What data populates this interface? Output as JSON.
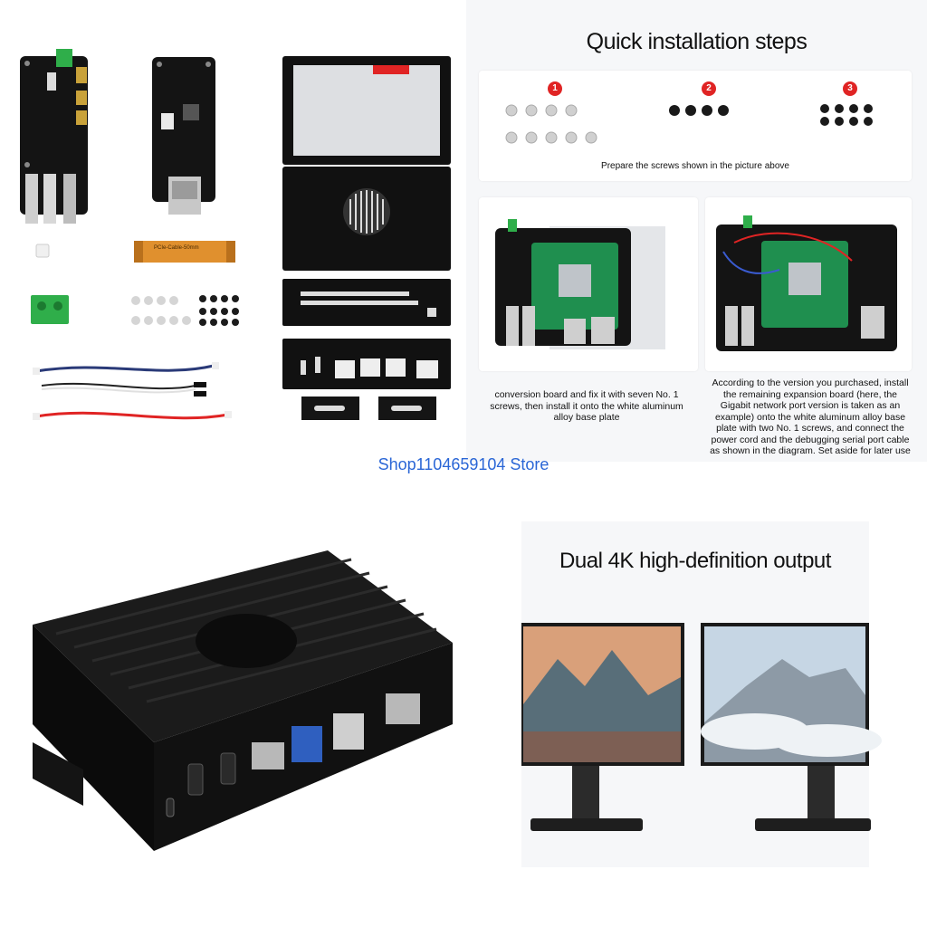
{
  "install": {
    "title": "Quick installation steps",
    "steps": [
      "1",
      "2",
      "3"
    ],
    "screws_caption": "Prepare the screws shown in the picture above",
    "step1_caption": "conversion board and fix it with seven No. 1 screws, then install it onto the white aluminum alloy base plate",
    "step2_caption": "According to the version you purchased, install the remaining expansion board (here, the Gigabit network port version is taken as an example) onto the white aluminum alloy base plate with two No. 1 screws, and connect the power cord and the debugging serial port cable as shown in the diagram. Set aside for later use"
  },
  "parts": {
    "pcie_cable_label": "PCIe-Cable-50mm"
  },
  "store": {
    "name": "Shop1104659104 Store"
  },
  "display": {
    "title": "Dual 4K high-definition output"
  },
  "colors": {
    "accent_red": "#e02424",
    "store_blue": "#2a66d6",
    "pcb_black": "#141414",
    "connector_green": "#2fae4a",
    "panel_bg": "#f6f7f9"
  }
}
